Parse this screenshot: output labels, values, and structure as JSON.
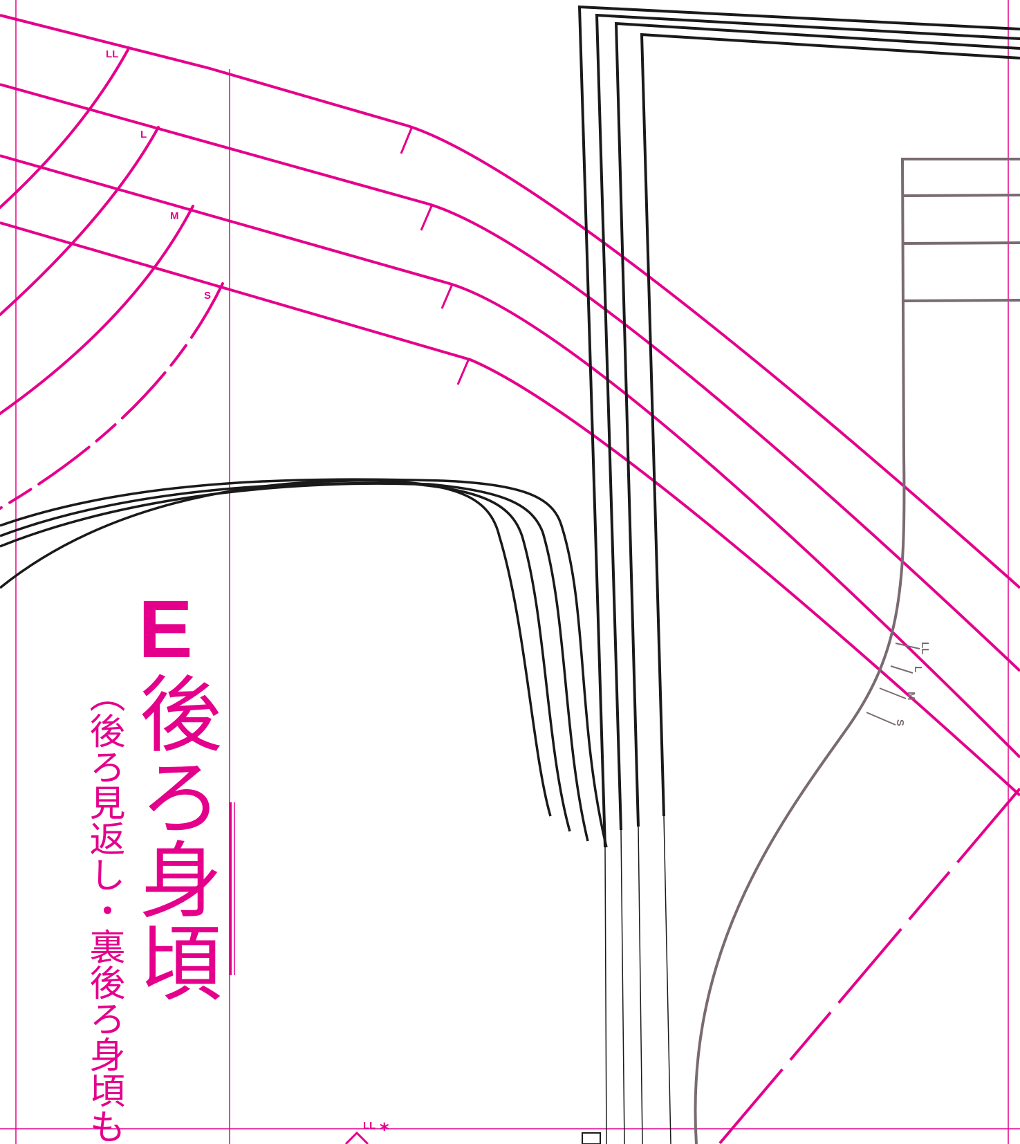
{
  "colors": {
    "magenta": "#e5008c",
    "black": "#1a1a1a",
    "gray": "#7a6a72"
  },
  "title": {
    "letter": "E",
    "main": "後ろ身頃",
    "sub": "（後ろ見返し・裏後ろ身頃も"
  },
  "size_labels": {
    "arc": [
      "LL",
      "L",
      "M",
      "S"
    ],
    "sleeve": [
      "LL",
      "L",
      "M",
      "S"
    ]
  },
  "bottom_marker": {
    "label": "LL",
    "symbol": "*"
  }
}
